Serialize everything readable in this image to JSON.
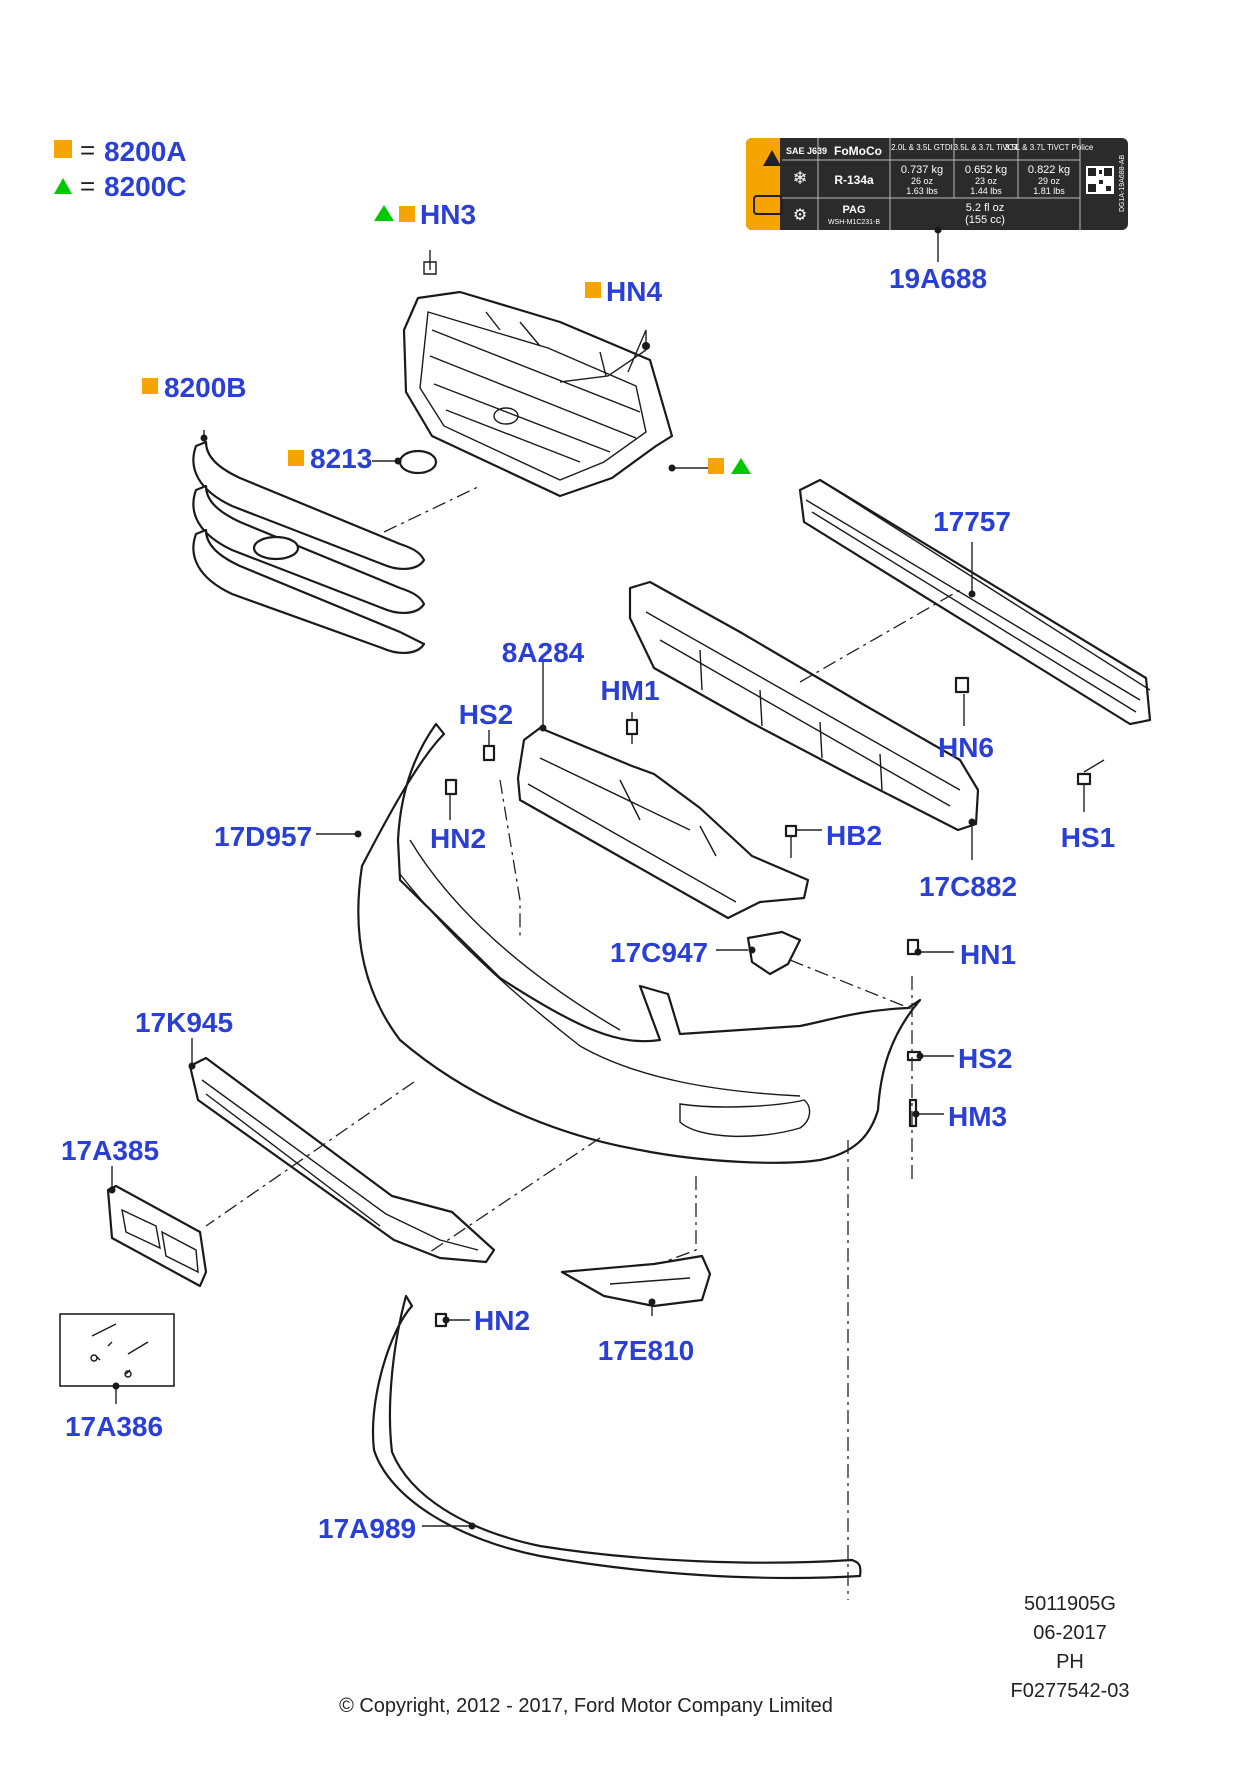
{
  "legend": [
    {
      "marker": "square",
      "color": "#f5a400",
      "equals": "=",
      "code": "8200A"
    },
    {
      "marker": "triangle",
      "color": "#00c800",
      "equals": "=",
      "code": "8200C"
    }
  ],
  "parts": {
    "HN3": "HN3",
    "HN4": "HN4",
    "p8200B": "8200B",
    "p8213": "8213",
    "p19A688": "19A688",
    "p17757": "17757",
    "p8A284": "8A284",
    "HS2_top": "HS2",
    "HM1": "HM1",
    "HN6": "HN6",
    "HS1": "HS1",
    "p17D957": "17D957",
    "HN2_top": "HN2",
    "HB2": "HB2",
    "p17C882": "17C882",
    "p17C947": "17C947",
    "HN1": "HN1",
    "HS2_bot": "HS2",
    "HM3": "HM3",
    "p17K945": "17K945",
    "p17A385": "17A385",
    "HN2_bot": "HN2",
    "p17E810": "17E810",
    "p17A386": "17A386",
    "p17A989": "17A989"
  },
  "ac_label": {
    "standard": "SAE J639",
    "brand": "FoMoCo",
    "headers": [
      "2.0L & 3.5L GTDI",
      "3.5L & 3.7L TiVCT",
      "3.5L & 3.7L TiVCT Police"
    ],
    "refrigerant": "R-134a",
    "charges": [
      {
        "kg": "0.737 kg",
        "oz": "26 oz",
        "lbs": "1.63 lbs"
      },
      {
        "kg": "0.652 kg",
        "oz": "23 oz",
        "lbs": "1.44 lbs"
      },
      {
        "kg": "0.822 kg",
        "oz": "29 oz",
        "lbs": "1.81 lbs"
      }
    ],
    "oil": "PAG",
    "oil_spec": "WSH-M1C231-B",
    "oil_amount": "5.2 fl oz",
    "oil_amount_cc": "(155 cc)",
    "side_code": "DG1A-19A688-AB",
    "colors": {
      "warning": "#f5a400",
      "body": "#2b2b2b"
    }
  },
  "footer": {
    "doc_number": "5011905G",
    "date": "06-2017",
    "code": "PH",
    "figure": "F0277542-03",
    "copyright": "© Copyright, 2012 - 2017, Ford Motor Company Limited"
  },
  "colors": {
    "label": "#2a3fd6",
    "square": "#f5a400",
    "triangle": "#00c800"
  }
}
